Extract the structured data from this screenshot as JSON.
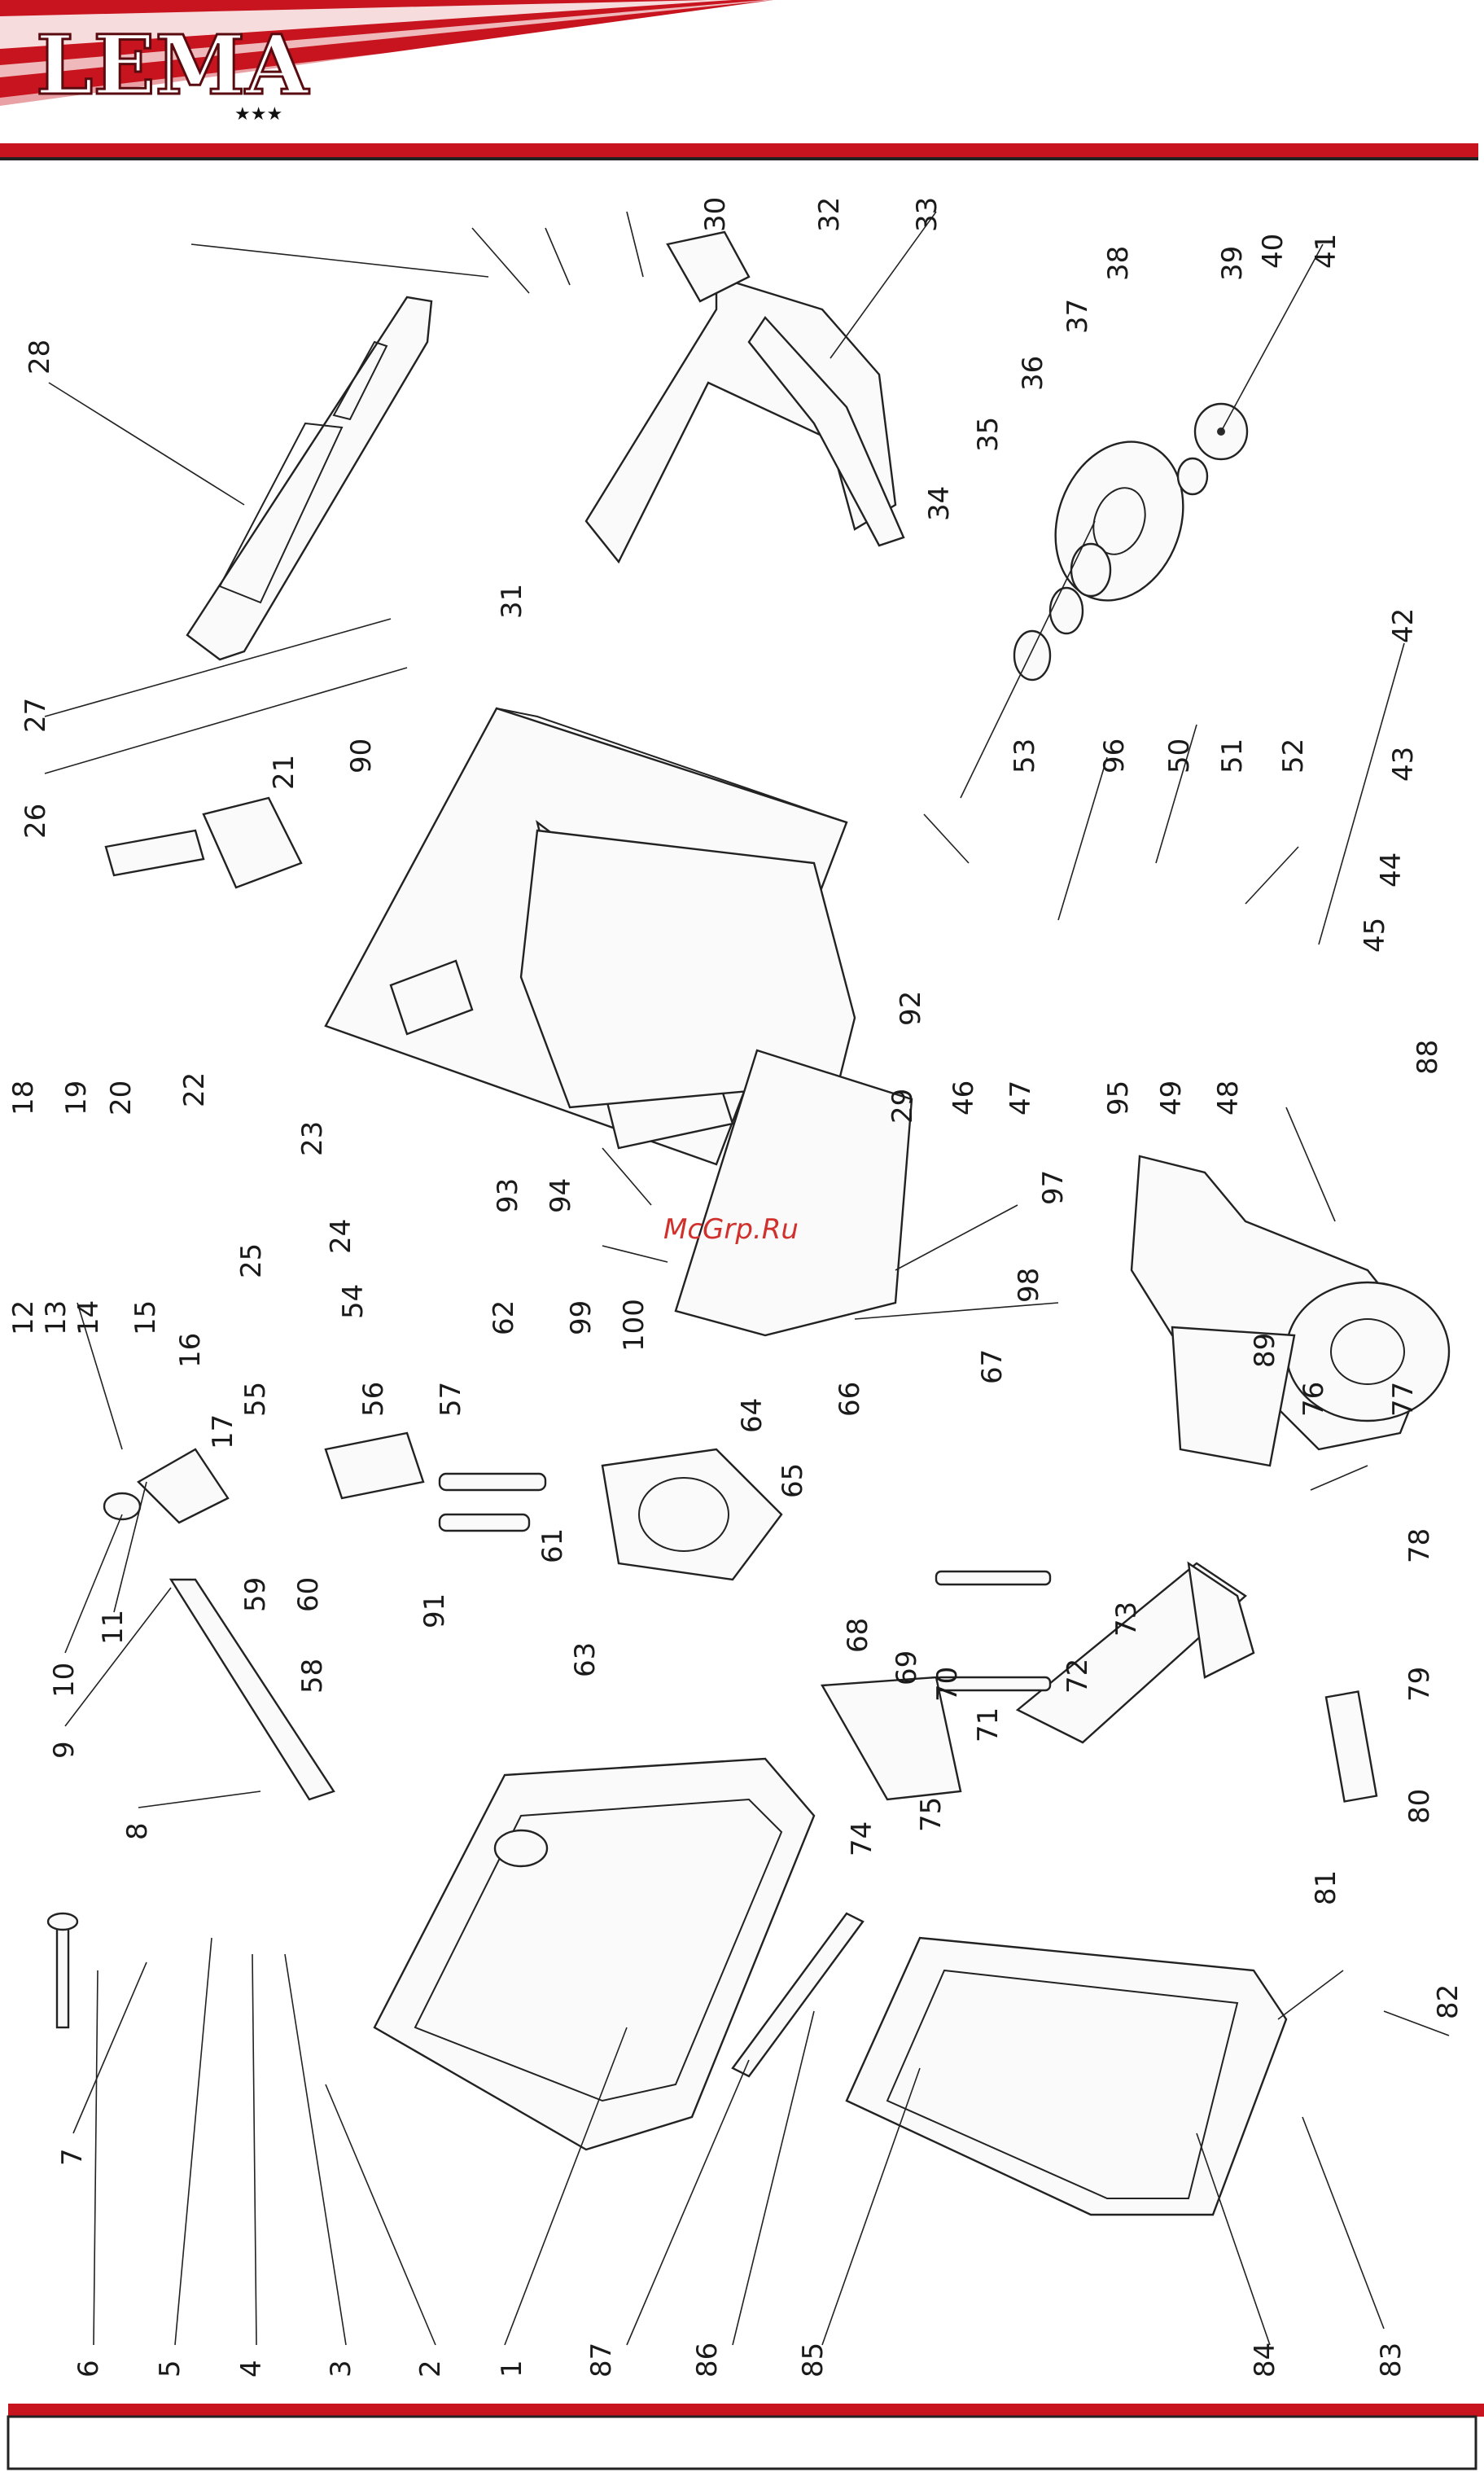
{
  "header": {
    "brand": "LEMA",
    "stars": "★★★",
    "accent_color": "#c8141e"
  },
  "watermark": "McGrp.Ru",
  "footer": {
    "accent_color": "#c8141e"
  },
  "diagram": {
    "type": "exploded-parts-view",
    "callout_labels": [
      "1",
      "2",
      "3",
      "4",
      "5",
      "6",
      "7",
      "8",
      "9",
      "10",
      "11",
      "12",
      "13",
      "14",
      "15",
      "16",
      "17",
      "18",
      "19",
      "20",
      "21",
      "22",
      "23",
      "24",
      "25",
      "26",
      "27",
      "28",
      "29",
      "30",
      "31",
      "32",
      "33",
      "34",
      "35",
      "36",
      "37",
      "38",
      "39",
      "40",
      "41",
      "42",
      "43",
      "44",
      "45",
      "46",
      "47",
      "48",
      "49",
      "50",
      "51",
      "52",
      "53",
      "54",
      "55",
      "56",
      "57",
      "58",
      "59",
      "60",
      "61",
      "62",
      "63",
      "64",
      "65",
      "66",
      "67",
      "68",
      "69",
      "70",
      "71",
      "72",
      "73",
      "74",
      "75",
      "76",
      "77",
      "78",
      "79",
      "80",
      "81",
      "82",
      "83",
      "84",
      "85",
      "86",
      "87",
      "88",
      "89",
      "90",
      "91",
      "92",
      "93",
      "94",
      "95",
      "96",
      "97",
      "98",
      "99",
      "100"
    ]
  }
}
